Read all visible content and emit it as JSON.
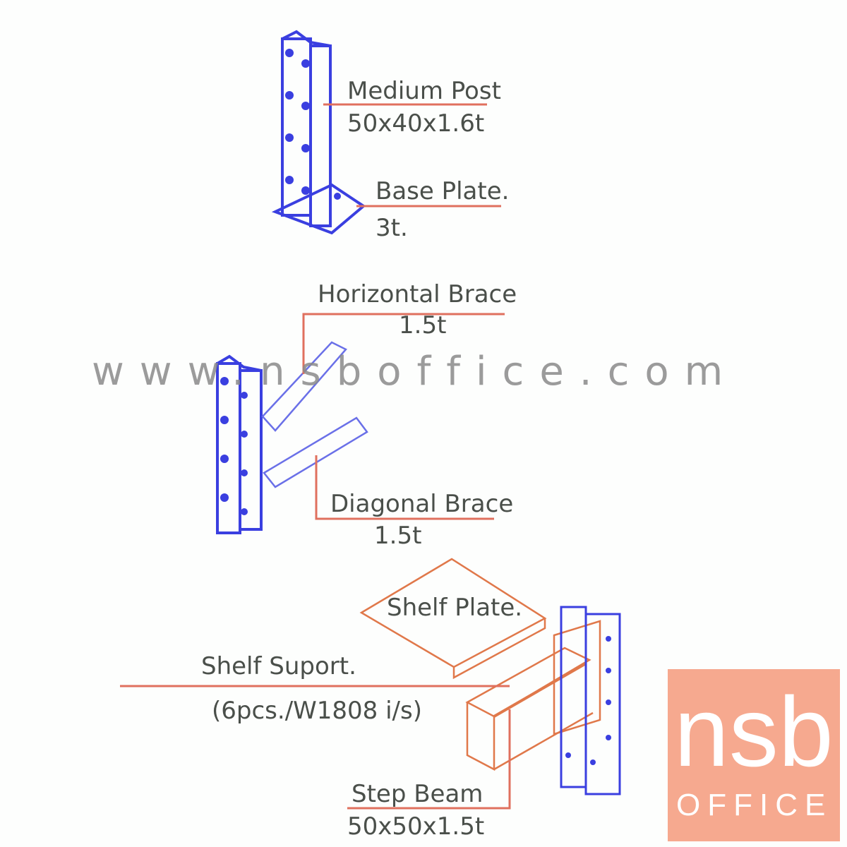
{
  "labels": {
    "medium_post": "Medium  Post",
    "medium_post_size": "50x40x1.6t",
    "base_plate": "Base  Plate.",
    "base_plate_size": "3t.",
    "horizontal_brace": "Horizontal  Brace",
    "horizontal_brace_size": "1.5t",
    "diagonal_brace": "Diagonal  Brace",
    "diagonal_brace_size": "1.5t",
    "shelf_plate": "Shelf  Plate.",
    "shelf_support": "Shelf  Suport.",
    "shelf_support_qty": "(6pcs./W1808  i/s)",
    "step_beam": "Step  Beam",
    "step_beam_size": "50x50x1.5t"
  },
  "watermark": "www.nsboffice.com",
  "logo": {
    "main": "nsb",
    "sub": "OFFICE",
    "color": "#f6a98f"
  },
  "colors": {
    "post": "#3a3fe0",
    "shelf": "#e0784a",
    "leader": "#e0705e"
  }
}
